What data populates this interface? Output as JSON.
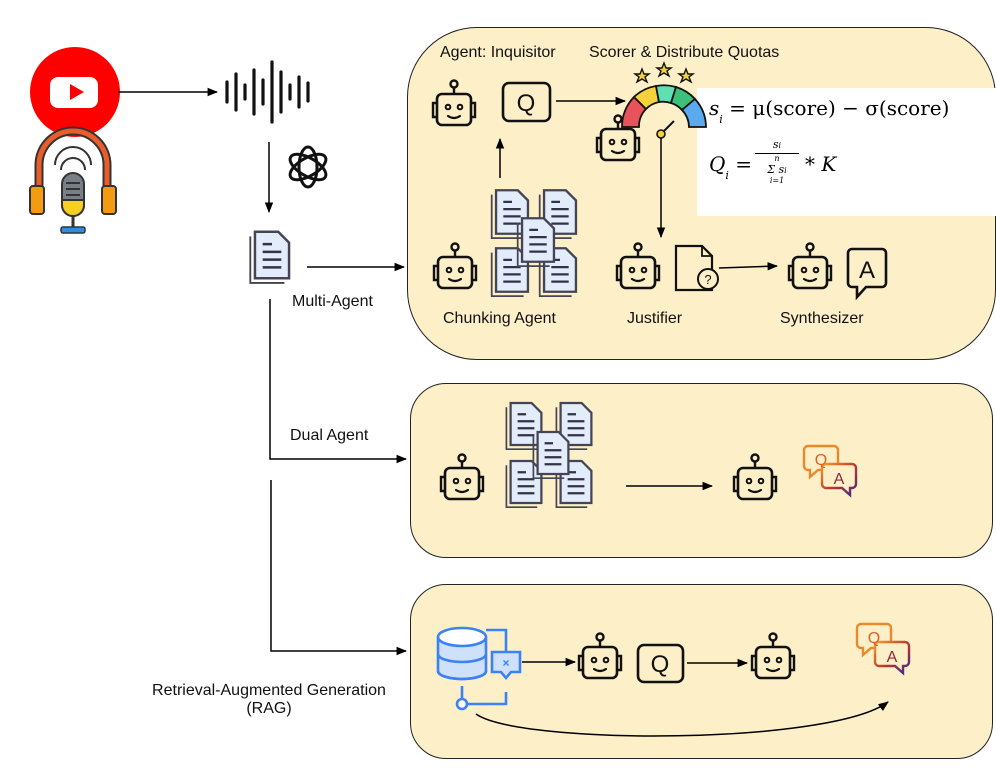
{
  "sources": {
    "youtube_icon": "youtube-icon",
    "podcast_icon": "podcast-microphone-icon",
    "audio_icon": "audio-waveform-icon",
    "transcriber_icon": "openai-logo-icon",
    "transcript_icon": "document-icon"
  },
  "branches": {
    "multi_agent": "Multi-Agent",
    "dual_agent": "Dual Agent",
    "rag_line1": "Retrieval-Augmented Generation",
    "rag_line2": "(RAG)"
  },
  "multi_agent_box": {
    "inquisitor_label": "Agent: Inquisitor",
    "scorer_label": "Scorer & Distribute Quotas",
    "chunking_label": "Chunking Agent",
    "justifier_label": "Justifier",
    "synthesizer_label": "Synthesizer",
    "question_glyph": "Q",
    "answer_glyph": "A",
    "unknown_glyph": "?"
  },
  "formula": {
    "line1_lhs": "s",
    "line1_sub": "i",
    "line1_rhs": "=  μ(score)  −  σ(score)",
    "line2_lhs": "Q",
    "line2_sub": "i",
    "line2_eq": "=",
    "frac_num": "s",
    "frac_num_sub": "i",
    "frac_den_top": "n",
    "frac_den": "Σ s",
    "frac_den_sub": "i",
    "frac_den_bottom": "i=1",
    "line2_tail": "* K"
  },
  "dual_box": {
    "question_glyph": "Q",
    "answer_glyph": "A"
  },
  "rag_box": {
    "question_glyph": "Q",
    "answer_glyph": "A",
    "db_mark": "×"
  },
  "colors": {
    "box_fill": "#fdefc8",
    "youtube_red": "#ff0000",
    "doc_fill": "#e3ecfa",
    "db_blue": "#3b82f6",
    "qa_orange": "#e8892b",
    "qa_red": "#b83232"
  }
}
